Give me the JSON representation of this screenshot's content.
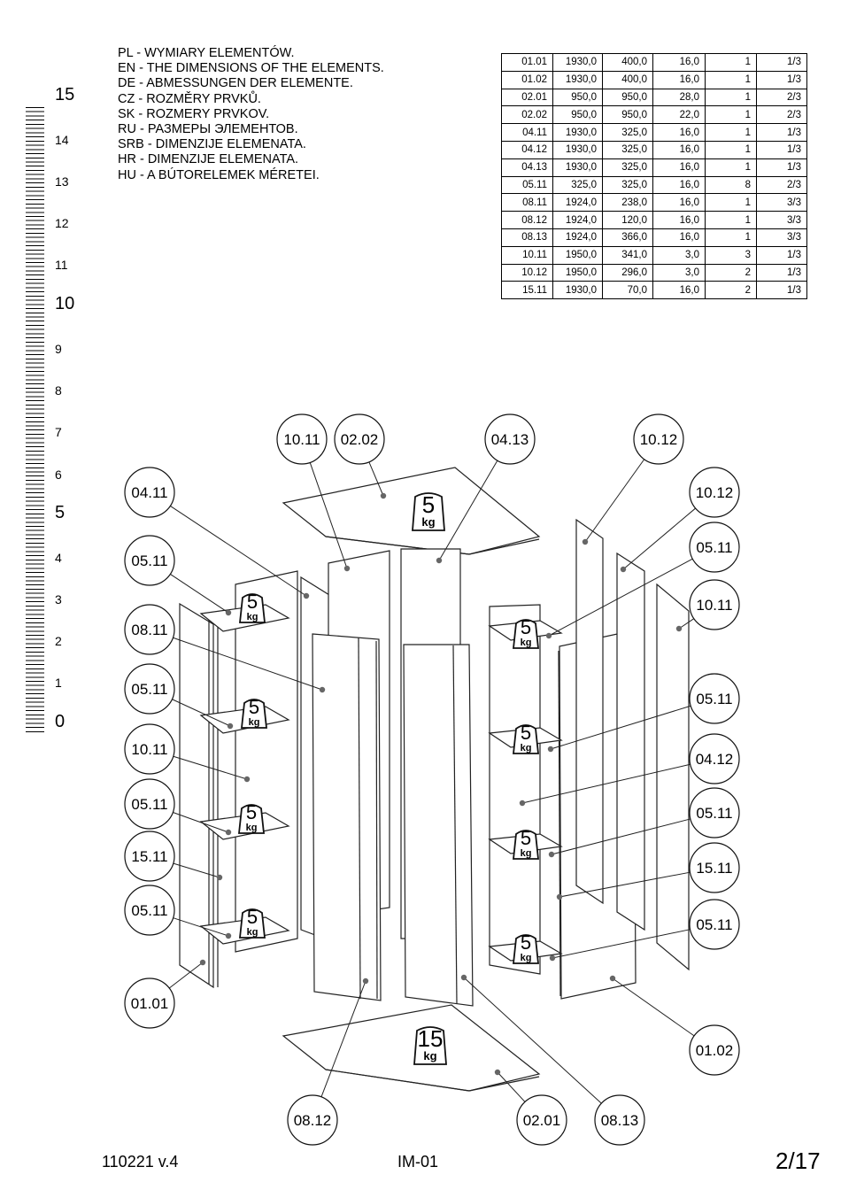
{
  "heading_lines": [
    "PL - WYMIARY ELEMENTÓW.",
    "EN - THE DIMENSIONS OF THE ELEMENTS.",
    "DE - ABMESSUNGEN DER ELEMENTE.",
    "CZ - ROZMĚRY PRVKŮ.",
    "SK - ROZMERY PRVKOV.",
    "RU - РАЗМЕРЫ ЭЛЕМЕНТОВ.",
    "SRB - DIMENZIJE ELEMENATA.",
    "HR - DIMENZIJE ELEMENATA.",
    "HU - A BÚTORELEMEK MÉRETEI."
  ],
  "ruler_labels": [
    "15",
    "14",
    "13",
    "12",
    "11",
    "10",
    "9",
    "8",
    "7",
    "6",
    "5",
    "4",
    "3",
    "2",
    "1",
    "0"
  ],
  "parts_table": [
    [
      "01.01",
      "1930,0",
      "400,0",
      "16,0",
      "1",
      "1/3"
    ],
    [
      "01.02",
      "1930,0",
      "400,0",
      "16,0",
      "1",
      "1/3"
    ],
    [
      "02.01",
      "950,0",
      "950,0",
      "28,0",
      "1",
      "2/3"
    ],
    [
      "02.02",
      "950,0",
      "950,0",
      "22,0",
      "1",
      "2/3"
    ],
    [
      "04.11",
      "1930,0",
      "325,0",
      "16,0",
      "1",
      "1/3"
    ],
    [
      "04.12",
      "1930,0",
      "325,0",
      "16,0",
      "1",
      "1/3"
    ],
    [
      "04.13",
      "1930,0",
      "325,0",
      "16,0",
      "1",
      "1/3"
    ],
    [
      "05.11",
      "325,0",
      "325,0",
      "16,0",
      "8",
      "2/3"
    ],
    [
      "08.11",
      "1924,0",
      "238,0",
      "16,0",
      "1",
      "3/3"
    ],
    [
      "08.12",
      "1924,0",
      "120,0",
      "16,0",
      "1",
      "3/3"
    ],
    [
      "08.13",
      "1924,0",
      "366,0",
      "16,0",
      "1",
      "3/3"
    ],
    [
      "10.11",
      "1950,0",
      "341,0",
      "3,0",
      "3",
      "1/3"
    ],
    [
      "10.12",
      "1950,0",
      "296,0",
      "3,0",
      "2",
      "1/3"
    ],
    [
      "15.11",
      "1930,0",
      "70,0",
      "16,0",
      "2",
      "1/3"
    ]
  ],
  "callouts": [
    "10.11",
    "02.02",
    "04.13",
    "10.12",
    "04.11",
    "10.12",
    "05.11",
    "05.11",
    "10.11",
    "08.11",
    "05.11",
    "05.11",
    "10.11",
    "04.12",
    "05.11",
    "05.11",
    "15.11",
    "15.11",
    "05.11",
    "05.11",
    "01.01",
    "01.02",
    "08.12",
    "02.01",
    "08.13"
  ],
  "weight_labels": {
    "small_value": "5",
    "large_value": "15",
    "unit": "kg"
  },
  "footer": {
    "doc_code": "110221  v.4",
    "model": "IM-01",
    "page": "2/17"
  }
}
